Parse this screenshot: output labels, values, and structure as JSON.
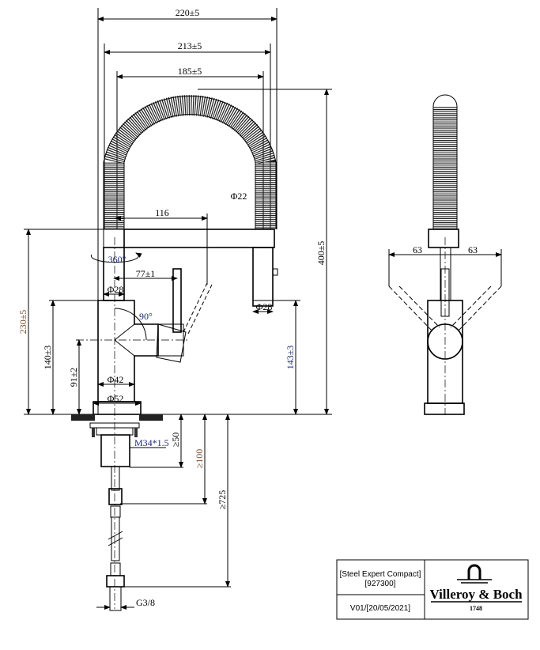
{
  "front_view": {
    "dim_overall_width": "220±5",
    "dim_hose_outer_width": "213±5",
    "dim_hose_center_width": "185±5",
    "dim_spout_reach": "116",
    "dim_hose_diameter": "Φ22",
    "dim_total_height": "400±5",
    "dim_rotation": "360°",
    "dim_handle_offset": "77±1",
    "dim_riser_diameter": "Φ28",
    "dim_spray_head_diameter": "Φ28",
    "dim_handle_angle": "90°",
    "dim_spout_height": "230±5",
    "dim_body_height": "140±3",
    "dim_handle_axis_height": "91±2",
    "dim_spray_height": "143±3",
    "dim_body_diameter": "Φ42",
    "dim_base_diameter": "Φ52",
    "dim_thread": "M34*1.5",
    "dim_min_50": "≥50",
    "dim_min_100": "≥100",
    "dim_min_725": "≥725",
    "dim_connection": "G3/8"
  },
  "side_view": {
    "dim_handle_left": "63",
    "dim_handle_right": "63"
  },
  "title_block": {
    "product_name": "[Steel Expert Compact]",
    "product_code": "[927300]",
    "version": "V01/[20/05/2021]",
    "brand": "Villeroy & Boch",
    "brand_year": "1748"
  }
}
